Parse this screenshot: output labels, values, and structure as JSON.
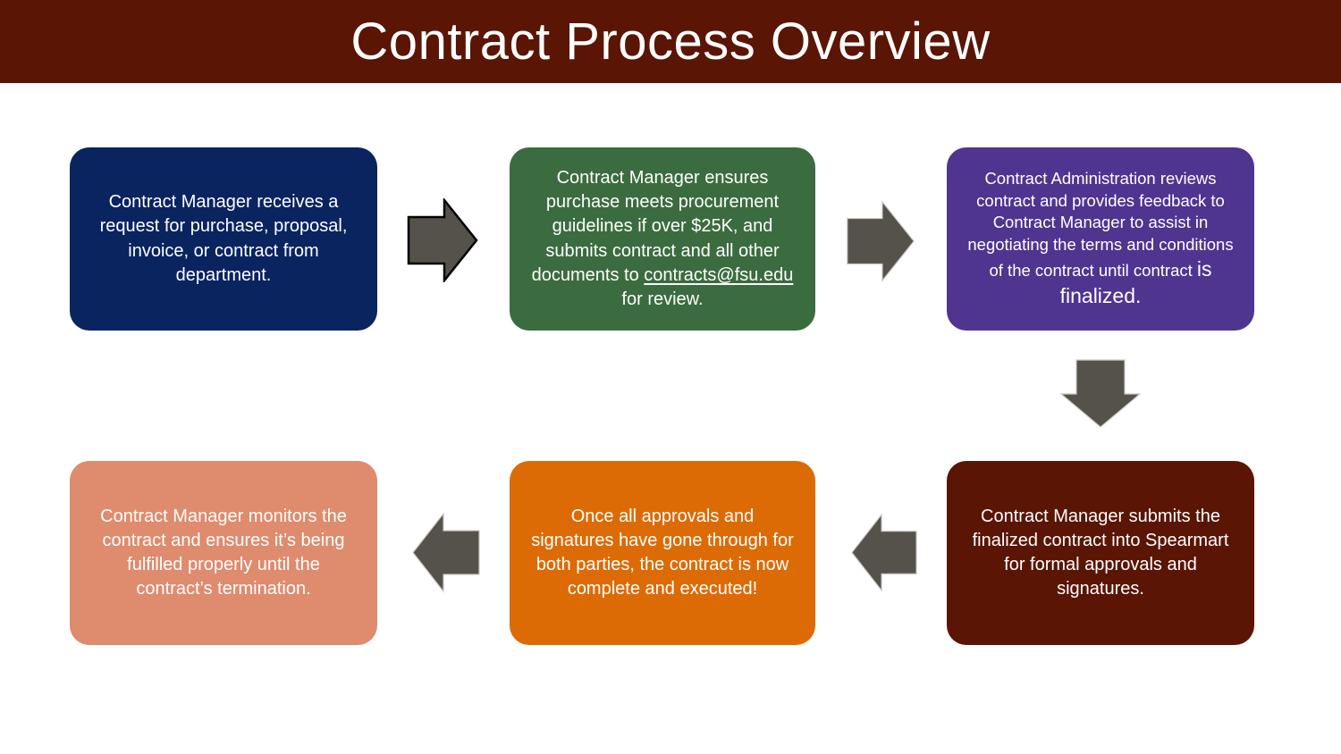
{
  "title": "Contract Process Overview",
  "colors": {
    "banner_background": "#5A1505",
    "arrow_fill": "#54524B",
    "box_text": "#FFFFFF",
    "step1_background": "#0A2460",
    "step2_background": "#3B6C3F",
    "step3_background": "#4F3590",
    "step4_background": "#5A1505",
    "step5_background": "#DD6B05",
    "step6_background": "#DF8B6D"
  },
  "flow": {
    "step1": {
      "color": "#0A2460",
      "text": "Contract Manager receives a request for purchase, proposal, invoice, or contract from department."
    },
    "step2": {
      "color": "#3B6C3F",
      "before": "Contract Manager ensures purchase meets procurement guidelines if over $25K, and submits contract and all other documents to ",
      "link": "contracts@fsu.edu",
      "after": " for review."
    },
    "step3": {
      "color": "#4F3590",
      "body": "Contract Administration reviews contract and provides feedback to Contract Manager to assist in negotiating the terms and conditions of the contract until contract ",
      "emphasis": "is finalized."
    },
    "step4": {
      "color": "#5A1505",
      "text": "Contract Manager submits the finalized contract into Spearmart for formal approvals and signatures."
    },
    "step5": {
      "color": "#DD6B05",
      "text": "Once all approvals and signatures have gone through for both parties, the contract is now complete and executed!"
    },
    "step6": {
      "color": "#DF8B6D",
      "text": "Contract Manager monitors the contract and ensures it’s being fulfilled properly until the contract’s termination."
    }
  }
}
